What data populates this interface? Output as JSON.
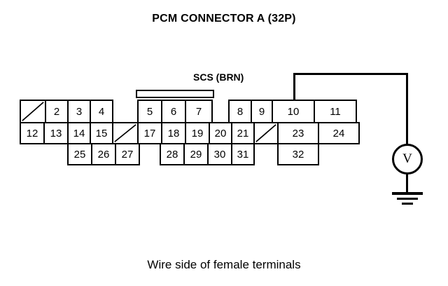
{
  "title": "PCM CONNECTOR A (32P)",
  "caption": "Wire side of female terminals",
  "labels": {
    "scs": "SCS (BRN)",
    "meter": "V"
  },
  "colors": {
    "line": "#000000",
    "background": "#ffffff"
  },
  "connector": {
    "name": "PCM CONNECTOR A",
    "pin_count": "32P",
    "rows": [
      {
        "row": 1,
        "cells": [
          {
            "label": "",
            "unused": true
          },
          {
            "label": "2",
            "unused": false
          },
          {
            "label": "3",
            "unused": false
          },
          {
            "label": "4",
            "unused": false
          },
          {
            "label": "5",
            "unused": false
          },
          {
            "label": "6",
            "unused": false
          },
          {
            "label": "7",
            "unused": false
          },
          {
            "label": "8",
            "unused": false
          },
          {
            "label": "9",
            "unused": false
          },
          {
            "label": "10",
            "unused": false
          },
          {
            "label": "11",
            "unused": false
          }
        ]
      },
      {
        "row": 2,
        "cells": [
          {
            "label": "12",
            "unused": false
          },
          {
            "label": "13",
            "unused": false
          },
          {
            "label": "14",
            "unused": false
          },
          {
            "label": "15",
            "unused": false
          },
          {
            "label": "",
            "unused": true
          },
          {
            "label": "17",
            "unused": false
          },
          {
            "label": "18",
            "unused": false
          },
          {
            "label": "19",
            "unused": false
          },
          {
            "label": "20",
            "unused": false
          },
          {
            "label": "21",
            "unused": false
          },
          {
            "label": "",
            "unused": true
          },
          {
            "label": "23",
            "unused": false
          },
          {
            "label": "24",
            "unused": false
          }
        ]
      },
      {
        "row": 3,
        "cells": [
          {
            "label": "25",
            "unused": false
          },
          {
            "label": "26",
            "unused": false
          },
          {
            "label": "27",
            "unused": false
          },
          {
            "label": "28",
            "unused": false
          },
          {
            "label": "29",
            "unused": false
          },
          {
            "label": "30",
            "unused": false
          },
          {
            "label": "31",
            "unused": false
          },
          {
            "label": "32",
            "unused": false
          }
        ]
      }
    ]
  },
  "measurement": {
    "probe_terminal": "10",
    "signal": "SCS (BRN)",
    "instrument": "voltmeter",
    "ground": "chassis-ground"
  }
}
